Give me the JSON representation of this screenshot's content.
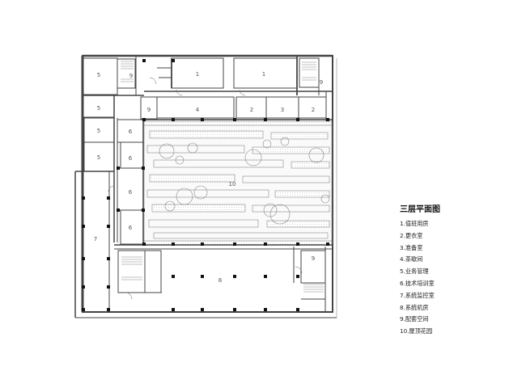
{
  "plan": {
    "room_labels": [
      "1",
      "1",
      "5",
      "9",
      "9",
      "5",
      "9",
      "4",
      "2",
      "3",
      "2",
      "5",
      "6",
      "5",
      "6",
      "10",
      "6",
      "7",
      "6",
      "9",
      "8"
    ]
  },
  "legend": {
    "title": "三层平面图",
    "items": [
      "1.值班用房",
      "2.更衣室",
      "3.准备室",
      "4.茶歇间",
      "5.业务管理",
      "6.技术培训室",
      "7.系统监控室",
      "8.系统机房",
      "9.配套空间",
      "10.屋顶花园"
    ]
  },
  "colors": {
    "wall": "#444444",
    "thin_line": "#888888",
    "hatch": "#c8c8c8",
    "column": "#111111",
    "label": "#555555"
  }
}
